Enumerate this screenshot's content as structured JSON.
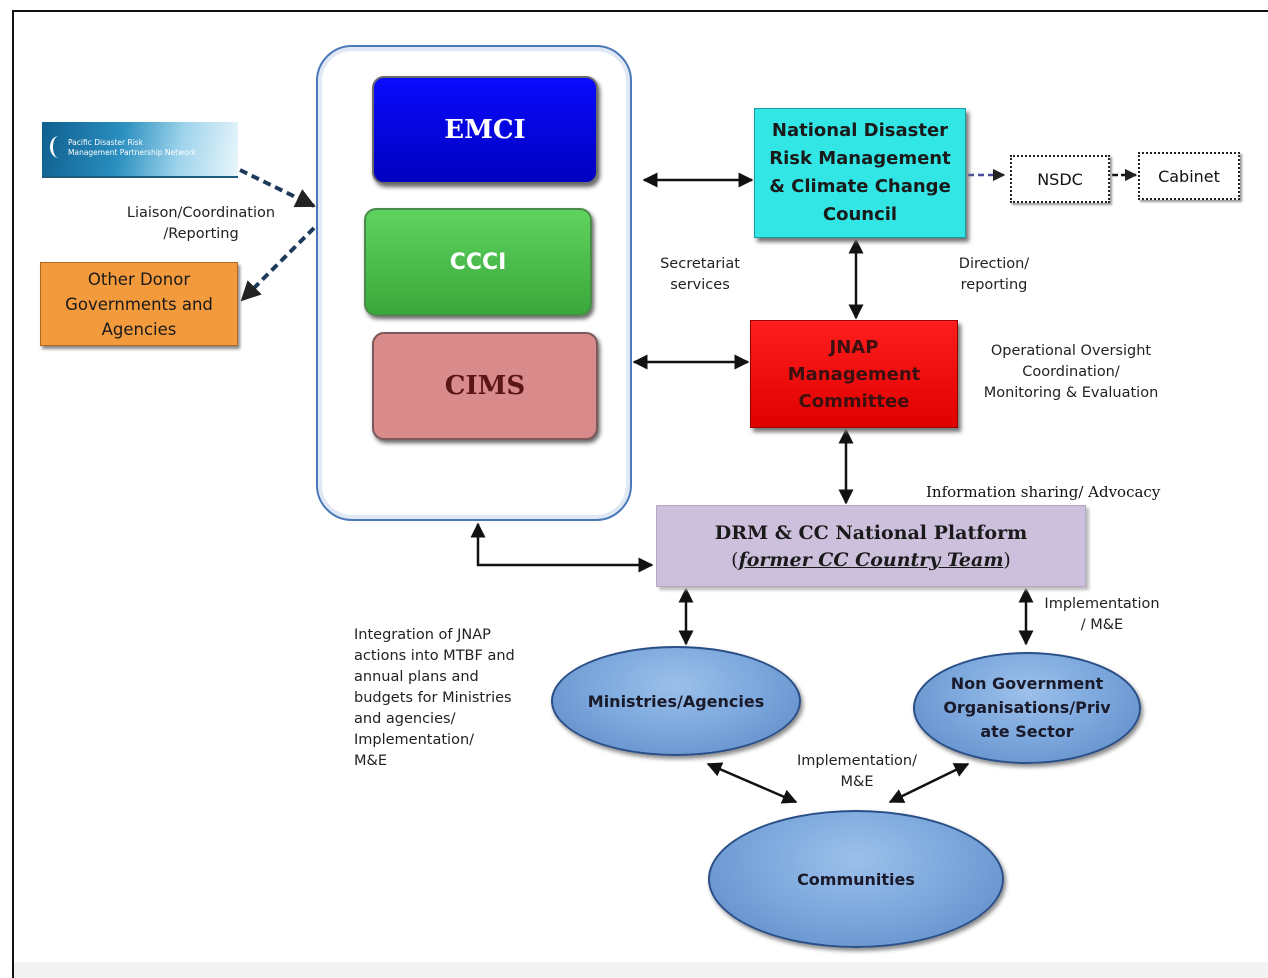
{
  "blocks": {
    "emci": "EMCI",
    "ccci": "CCCI",
    "cims": "CIMS"
  },
  "logo": {
    "line1": "Pacific Disaster Risk",
    "line2": "Management Partnership Network"
  },
  "donor": [
    "Other Donor",
    "Governments and",
    "Agencies"
  ],
  "council": [
    "National Disaster",
    "Risk Management",
    "& Climate Change",
    "Council"
  ],
  "jnap": [
    "JNAP",
    "Management",
    "Committee"
  ],
  "nsdc": "NSDC",
  "cabinet": "Cabinet",
  "platform": {
    "title": "DRM & CC National Platform",
    "subtitle_open": "(",
    "subtitle_text": "former CC Country Team",
    "subtitle_close": ")"
  },
  "ellipses": {
    "ministries": "Ministries/Agencies",
    "ngo": [
      "Non Government",
      "Organisations/Priv",
      "ate Sector"
    ],
    "communities": "Communities"
  },
  "labels": {
    "liaison": [
      "Liaison/Coordination",
      "/Reporting"
    ],
    "secretariat": [
      "Secretariat",
      "services"
    ],
    "direction": [
      "Direction/",
      "reporting"
    ],
    "oversight": [
      "Operational Oversight",
      "Coordination/",
      "Monitoring & Evaluation"
    ],
    "info_sharing": "Information sharing/ Advocacy",
    "implementation_right": [
      "Implementation",
      "/ M&E"
    ],
    "integration": [
      "Integration of JNAP",
      "actions into MTBF and",
      "annual plans and",
      "budgets for Ministries",
      "and agencies/",
      "Implementation/",
      "M&E"
    ],
    "implementation_bottom": [
      "Implementation/",
      "M&E"
    ]
  }
}
